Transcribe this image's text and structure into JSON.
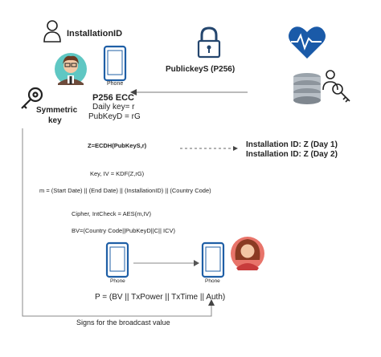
{
  "labels": {
    "installation_id": "InstallationID",
    "publickey_s": "PublickeyS (P256)",
    "p256_ecc": "P256 ECC",
    "daily_key": "Daily key= r",
    "pubkey_d": "PubKeyD = rG",
    "symmetric_key_line1": "Symmetric",
    "symmetric_key_line2": "key",
    "phone_top": "Phone",
    "phone_bottom_left": "Phone",
    "phone_bottom_right": "Phone",
    "z_ecdh": "Z=ECDH(PubKeyS,r)",
    "install_id_day1": "Installation ID: Z (Day 1)",
    "install_id_day2": "Installation ID: Z (Day 2)",
    "kdf": "Key, IV = KDF(Z,rG)",
    "m_formula": "m = (Start Date) || (End Date) || (InstallationID) || (Country Code)",
    "cipher": "Cipher, IntCheck = AES(m,IV)",
    "bv": "BV=(Country Code||PubKeyD||C|| ICV)",
    "p_formula": "P = (BV || TxPower || TxTime || Auth)",
    "signs": "Signs for the broadcast value"
  },
  "icons": {
    "person": "person-outline-icon",
    "developer": "developer-avatar-icon",
    "lock": "padlock-icon",
    "health": "heart-pulse-icon",
    "server": "database-key-icon",
    "key": "key-icon",
    "phone": "smartphone-icon",
    "woman": "woman-avatar-icon"
  },
  "colors": {
    "phone_blue": "#1f5fa6",
    "heart_blue": "#1a5aa8",
    "lock_blue": "#24466e",
    "line_gray": "#888888",
    "text_dark": "#222222"
  }
}
